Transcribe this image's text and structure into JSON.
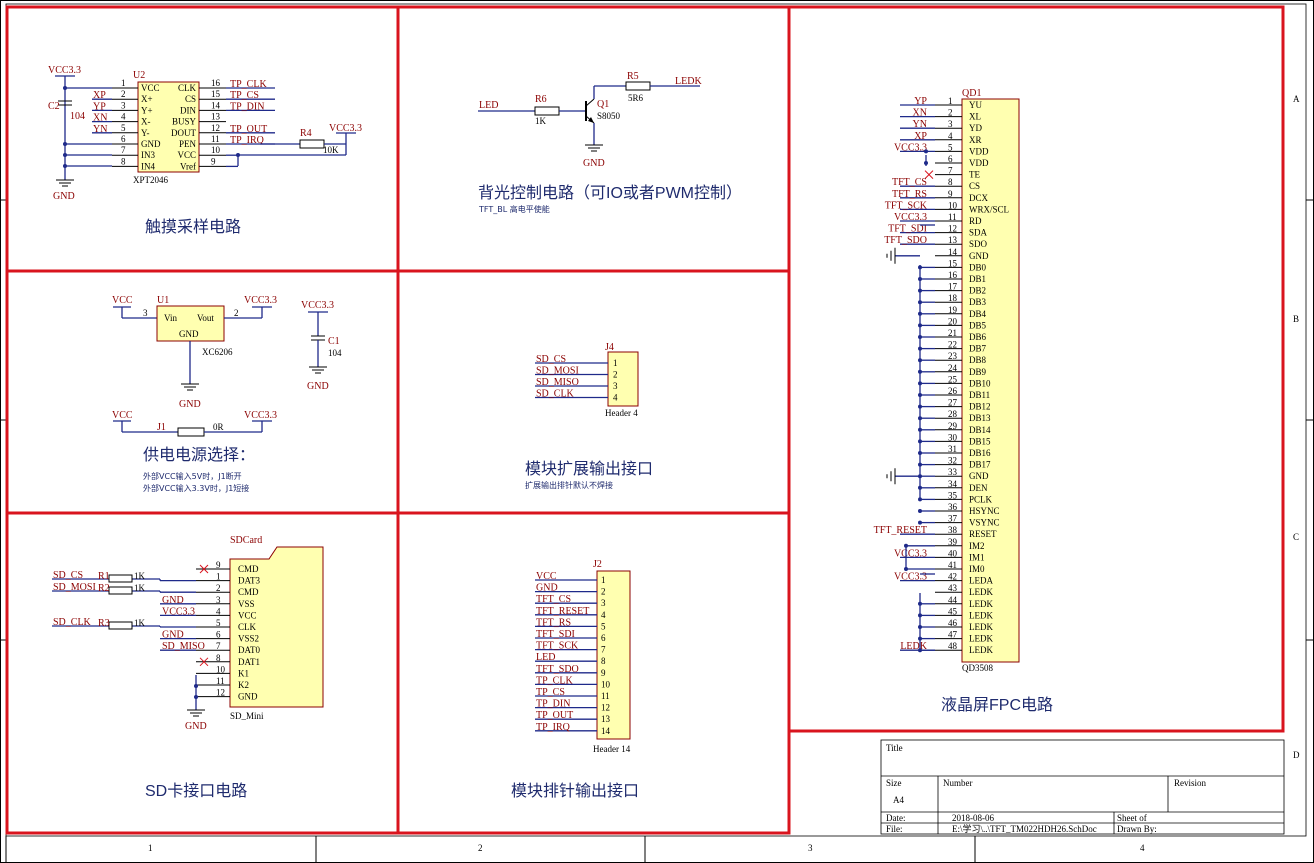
{
  "border": {
    "cols": [
      "1",
      "2",
      "3",
      "4"
    ],
    "rows": [
      "A",
      "B",
      "C",
      "D"
    ]
  },
  "title_block": {
    "title_label": "Title",
    "size_label": "Size",
    "size_value": "A4",
    "number_label": "Number",
    "revision_label": "Revision",
    "date_label": "Date:",
    "date_value": "2018-08-06",
    "sheet_label": "Sheet    of",
    "file_label": "File:",
    "file_value": "E:\\学习\\..\\TFT_TM022HDH26.SchDoc",
    "drawn_label": "Drawn By:"
  },
  "touch": {
    "title": "触摸采样电路",
    "vcc": "VCC3.3",
    "vcc_r4": "VCC3.3",
    "gnd": "GND",
    "designator": "U2",
    "part": "XPT2046",
    "left_pins": [
      {
        "num": "1",
        "name": "VCC",
        "net": ""
      },
      {
        "num": "2",
        "name": "X+",
        "net": "XP"
      },
      {
        "num": "3",
        "name": "Y+",
        "net": "YP"
      },
      {
        "num": "4",
        "name": "X-",
        "net": "XN"
      },
      {
        "num": "5",
        "name": "Y-",
        "net": "YN"
      },
      {
        "num": "6",
        "name": "GND",
        "net": ""
      },
      {
        "num": "7",
        "name": "IN3",
        "net": ""
      },
      {
        "num": "8",
        "name": "IN4",
        "net": ""
      }
    ],
    "right_pins": [
      {
        "num": "16",
        "name": "CLK",
        "net": "TP_CLK"
      },
      {
        "num": "15",
        "name": "CS",
        "net": "TP_CS"
      },
      {
        "num": "14",
        "name": "DIN",
        "net": "TP_DIN"
      },
      {
        "num": "13",
        "name": "BUSY",
        "net": ""
      },
      {
        "num": "12",
        "name": "DOUT",
        "net": "TP_OUT"
      },
      {
        "num": "11",
        "name": "PEN",
        "net": "TP_IRQ"
      },
      {
        "num": "10",
        "name": "VCC",
        "net": ""
      },
      {
        "num": "9",
        "name": "Vref",
        "net": ""
      }
    ],
    "c2_name": "C2",
    "c2_value": "104",
    "r4_name": "R4",
    "r4_value": "10K"
  },
  "backlight": {
    "title": "背光控制电路（可IO或者PWM控制）",
    "subtitle": "TFT_BL 高电平使能",
    "led_net": "LED",
    "ledk_net": "LEDK",
    "r6_name": "R6",
    "r6_value": "1K",
    "r5_name": "R5",
    "r5_value": "5R6",
    "q1_name": "Q1",
    "q1_part": "S8050",
    "gnd": "GND"
  },
  "lcd": {
    "title": "液晶屏FPC电路",
    "designator": "QD1",
    "part": "QD3508",
    "pins": [
      {
        "num": "1",
        "name": "YU",
        "net": "YP"
      },
      {
        "num": "2",
        "name": "XL",
        "net": "XN"
      },
      {
        "num": "3",
        "name": "YD",
        "net": "YN"
      },
      {
        "num": "4",
        "name": "XR",
        "net": "XP"
      },
      {
        "num": "5",
        "name": "VDD",
        "net": "VCC3.3"
      },
      {
        "num": "6",
        "name": "VDD",
        "net": ""
      },
      {
        "num": "7",
        "name": "TE",
        "net": ""
      },
      {
        "num": "8",
        "name": "CS",
        "net": "TFT_CS"
      },
      {
        "num": "9",
        "name": "DCX",
        "net": "TFT_RS"
      },
      {
        "num": "10",
        "name": "WRX/SCL",
        "net": "TFT_SCK"
      },
      {
        "num": "11",
        "name": "RD",
        "net": "VCC3.3"
      },
      {
        "num": "12",
        "name": "SDA",
        "net": "TFT_SDI"
      },
      {
        "num": "13",
        "name": "SDO",
        "net": "TFT_SDO"
      },
      {
        "num": "14",
        "name": "GND",
        "net": ""
      },
      {
        "num": "15",
        "name": "DB0",
        "net": ""
      },
      {
        "num": "16",
        "name": "DB1",
        "net": ""
      },
      {
        "num": "17",
        "name": "DB2",
        "net": ""
      },
      {
        "num": "18",
        "name": "DB3",
        "net": ""
      },
      {
        "num": "19",
        "name": "DB4",
        "net": ""
      },
      {
        "num": "20",
        "name": "DB5",
        "net": ""
      },
      {
        "num": "21",
        "name": "DB6",
        "net": ""
      },
      {
        "num": "22",
        "name": "DB7",
        "net": ""
      },
      {
        "num": "23",
        "name": "DB8",
        "net": ""
      },
      {
        "num": "24",
        "name": "DB9",
        "net": ""
      },
      {
        "num": "25",
        "name": "DB10",
        "net": ""
      },
      {
        "num": "26",
        "name": "DB11",
        "net": ""
      },
      {
        "num": "27",
        "name": "DB12",
        "net": ""
      },
      {
        "num": "28",
        "name": "DB13",
        "net": ""
      },
      {
        "num": "29",
        "name": "DB14",
        "net": ""
      },
      {
        "num": "30",
        "name": "DB15",
        "net": ""
      },
      {
        "num": "31",
        "name": "DB16",
        "net": ""
      },
      {
        "num": "32",
        "name": "DB17",
        "net": ""
      },
      {
        "num": "33",
        "name": "GND",
        "net": ""
      },
      {
        "num": "34",
        "name": "DEN",
        "net": ""
      },
      {
        "num": "35",
        "name": "PCLK",
        "net": ""
      },
      {
        "num": "36",
        "name": "HSYNC",
        "net": ""
      },
      {
        "num": "37",
        "name": "VSYNC",
        "net": ""
      },
      {
        "num": "38",
        "name": "RESET",
        "net": "TFT_RESET"
      },
      {
        "num": "39",
        "name": "IM2",
        "net": ""
      },
      {
        "num": "40",
        "name": "IM1",
        "net": "VCC3.3"
      },
      {
        "num": "41",
        "name": "IM0",
        "net": ""
      },
      {
        "num": "42",
        "name": "LEDA",
        "net": "VCC3.3"
      },
      {
        "num": "43",
        "name": "LEDK",
        "net": ""
      },
      {
        "num": "44",
        "name": "LEDK",
        "net": ""
      },
      {
        "num": "45",
        "name": "LEDK",
        "net": ""
      },
      {
        "num": "46",
        "name": "LEDK",
        "net": ""
      },
      {
        "num": "47",
        "name": "LEDK",
        "net": ""
      },
      {
        "num": "48",
        "name": "LEDK",
        "net": "LEDK"
      }
    ]
  },
  "power": {
    "title": "供电电源选择：",
    "note1": "外部VCC输入5V时，J1断开",
    "note2": "外部VCC输入3.3V时，J1短接",
    "vcc": "VCC",
    "vcc33": "VCC3.3",
    "gnd": "GND",
    "u1_name": "U1",
    "u1_part": "XC6206",
    "u1_vin": "Vin",
    "u1_vout": "Vout",
    "u1_gnd": "GND",
    "u1_pin_in": "3",
    "u1_pin_out": "2",
    "c1_name": "C1",
    "c1_value": "104",
    "j1_name": "J1",
    "j1_value": "0R"
  },
  "expand": {
    "title": "模块扩展输出接口",
    "subtitle": "扩展输出排针默认不焊接",
    "designator": "J4",
    "part": "Header 4",
    "pins": [
      {
        "num": "1",
        "net": "SD_CS"
      },
      {
        "num": "2",
        "net": "SD_MOSI"
      },
      {
        "num": "3",
        "net": "SD_MISO"
      },
      {
        "num": "4",
        "net": "SD_CLK"
      }
    ]
  },
  "sd": {
    "title": "SD卡接口电路",
    "designator": "SDCard",
    "part": "SD_Mini",
    "gnd": "GND",
    "pins": [
      {
        "num": "9",
        "name": "CMD",
        "net": ""
      },
      {
        "num": "1",
        "name": "DAT3",
        "net": "SD_CS"
      },
      {
        "num": "2",
        "name": "CMD",
        "net": "SD_MOSI"
      },
      {
        "num": "3",
        "name": "VSS",
        "net": "GND"
      },
      {
        "num": "4",
        "name": "VCC",
        "net": "VCC3.3"
      },
      {
        "num": "5",
        "name": "CLK",
        "net": "SD_CLK"
      },
      {
        "num": "6",
        "name": "VSS2",
        "net": "GND"
      },
      {
        "num": "7",
        "name": "DAT0",
        "net": "SD_MISO"
      },
      {
        "num": "8",
        "name": "DAT1",
        "net": ""
      },
      {
        "num": "10",
        "name": "K1",
        "net": ""
      },
      {
        "num": "11",
        "name": "K2",
        "net": ""
      },
      {
        "num": "12",
        "name": "GND",
        "net": ""
      }
    ],
    "r1_name": "R1",
    "r2_name": "R2",
    "r3_name": "R3",
    "r_value": "1K"
  },
  "header": {
    "title": "模块排针输出接口",
    "designator": "J2",
    "part": "Header 14",
    "pins": [
      {
        "num": "1",
        "net": "VCC"
      },
      {
        "num": "2",
        "net": "GND"
      },
      {
        "num": "3",
        "net": "TFT_CS"
      },
      {
        "num": "4",
        "net": "TFT_RESET"
      },
      {
        "num": "5",
        "net": "TFT_RS"
      },
      {
        "num": "6",
        "net": "TFT_SDI"
      },
      {
        "num": "7",
        "net": "TFT_SCK"
      },
      {
        "num": "8",
        "net": "LED"
      },
      {
        "num": "9",
        "net": "TFT_SDO"
      },
      {
        "num": "10",
        "net": "TP_CLK"
      },
      {
        "num": "11",
        "net": "TP_CS"
      },
      {
        "num": "12",
        "net": "TP_DIN"
      },
      {
        "num": "13",
        "net": "TP_OUT"
      },
      {
        "num": "14",
        "net": "TP_IRQ"
      }
    ]
  }
}
